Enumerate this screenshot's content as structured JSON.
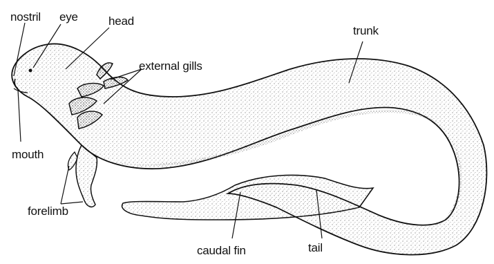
{
  "labels": {
    "nostril": "nostril",
    "eye": "eye",
    "head": "head",
    "external_gills": "external gills",
    "trunk": "trunk",
    "mouth": "mouth",
    "forelimb": "forelimb",
    "caudal_fin": "caudal fin",
    "tail": "tail"
  },
  "colors": {
    "outline": "#111111",
    "stipple": "#555555",
    "background": "#ffffff"
  }
}
